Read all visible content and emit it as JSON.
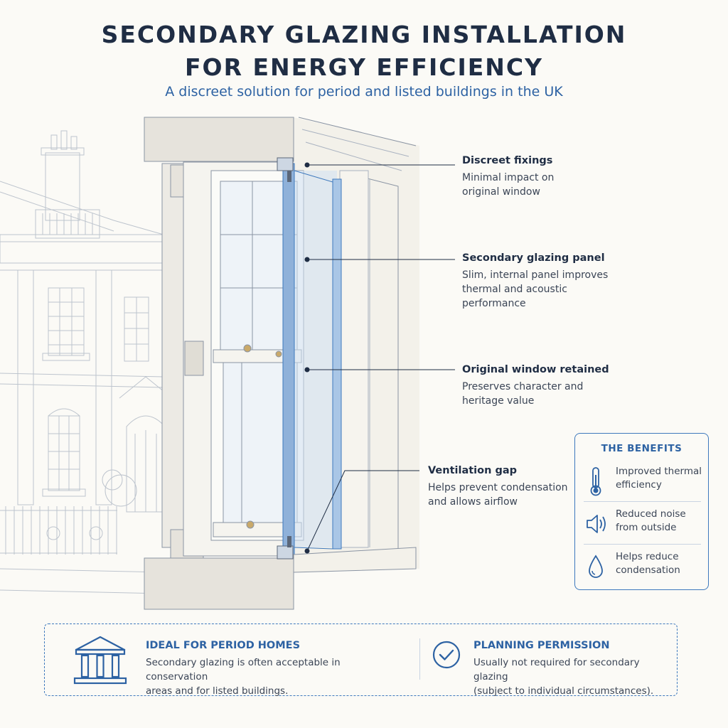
{
  "title_line1": "SECONDARY GLAZING INSTALLATION",
  "title_line2": "FOR ENERGY EFFICIENCY",
  "subtitle": "A discreet solution for period and listed buildings in the UK",
  "callouts": [
    {
      "title": "Discreet fixings",
      "desc_lines": [
        "Minimal impact on",
        "original window"
      ]
    },
    {
      "title": "Secondary glazing panel",
      "desc_lines": [
        "Slim, internal panel improves",
        "thermal and acoustic",
        "performance"
      ]
    },
    {
      "title": "Original window retained",
      "desc_lines": [
        "Preserves character and",
        "heritage value"
      ]
    },
    {
      "title": "Ventilation gap",
      "desc_lines": [
        "Helps prevent condensation",
        "and allows airflow"
      ]
    }
  ],
  "benefits": {
    "title": "THE BENEFITS",
    "items": [
      {
        "icon": "thermometer-icon",
        "lines": [
          "Improved thermal",
          "efficiency"
        ]
      },
      {
        "icon": "speaker-icon",
        "lines": [
          "Reduced noise",
          "from outside"
        ]
      },
      {
        "icon": "water-drop-icon",
        "lines": [
          "Helps reduce",
          "condensation"
        ]
      }
    ]
  },
  "bottom": {
    "left": {
      "icon": "columns-building-icon",
      "title": "IDEAL FOR PERIOD  HOMES",
      "lines": [
        "Secondary glazing is often acceptable in conservation",
        "areas and for listed buildings."
      ]
    },
    "right": {
      "icon": "checkmark-circle-icon",
      "title": "PLANNING PERMISSION",
      "lines": [
        "Usually not required for secondary glazing",
        "(subject to individual circumstances)."
      ]
    }
  },
  "colors": {
    "accent": "#2d62a3",
    "text": "#1f2d44",
    "glass": "#cfe0f2",
    "line": "#8a94a3"
  }
}
